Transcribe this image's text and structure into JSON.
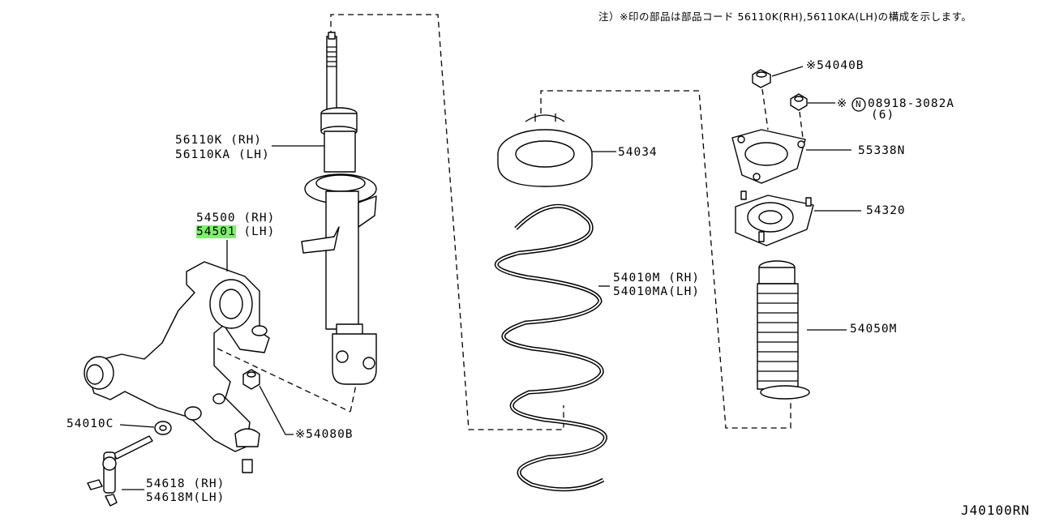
{
  "note": "注）※印の部品は部品コード 56110K(RH),56110KA(LH)の構成を示します。",
  "diagram_code": "J40100RN",
  "highlight_color": "#7cf26a",
  "labels": {
    "strut_rh": "56110K (RH)",
    "strut_lh": "56110KA (LH)",
    "knuckle_rh": "54500 (RH)",
    "knuckle_lh_code": "54501",
    "knuckle_lh_side": " (LH)",
    "washer": "54010C",
    "rod_rh": "54618 (RH)",
    "rod_lh": "54618M(LH)",
    "bolt": "※54080B",
    "seat": "54034",
    "spring_rh": "54010M (RH)",
    "spring_lh": "54010MA(LH)",
    "nut": "※54040B",
    "nut2_code": "08918-3082A",
    "nut2_prefix": "※",
    "nut2_circle": "N",
    "nut2_qty": "(6)",
    "plate": "55338N",
    "mount": "54320",
    "boot": "54050M"
  }
}
